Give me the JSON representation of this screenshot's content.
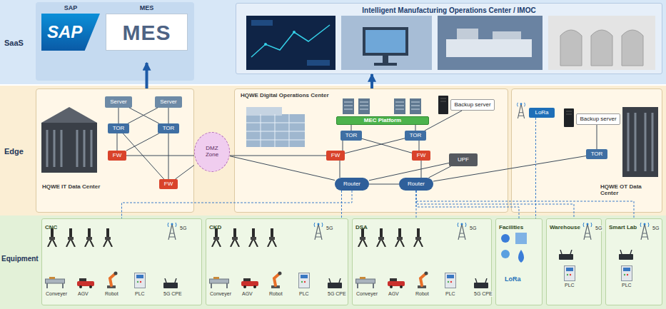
{
  "diagram": {
    "nodes": [
      {
        "text": [
          "SaaS"
        ]
      },
      {
        "text": [
          "SAP",
          "SAP"
        ],
        "in": 0
      },
      {
        "text": [
          "MES",
          "MES"
        ],
        "in": 0
      },
      {
        "text": [
          "Intelligent Manufacturing Operations Center / IMOC"
        ],
        "in": 0
      },
      {
        "text": [
          "Edge"
        ]
      },
      {
        "text": [
          "HQWE IT Data Center"
        ],
        "in": 4
      },
      {
        "text": [
          "Server"
        ],
        "in": 5
      },
      {
        "text": [
          "Server"
        ],
        "in": 5
      },
      {
        "text": [
          "TOR"
        ],
        "in": 5
      },
      {
        "text": [
          "TOR"
        ],
        "in": 5
      },
      {
        "text": [
          "FW"
        ],
        "in": 5
      },
      {
        "text": [
          "FW"
        ],
        "in": 5
      },
      {
        "text": [
          "DMZ Zone"
        ],
        "in": 4
      },
      {
        "text": [
          "HQWE Digital Operations Center"
        ],
        "in": 4
      },
      {
        "text": [
          "MEC Platform"
        ],
        "in": 13
      },
      {
        "text": [
          "Backup server"
        ],
        "in": 13
      },
      {
        "text": [
          "TOR"
        ],
        "in": 13
      },
      {
        "text": [
          "TOR"
        ],
        "in": 13
      },
      {
        "text": [
          "FW"
        ],
        "in": 13
      },
      {
        "text": [
          "FW"
        ],
        "in": 13
      },
      {
        "text": [
          "UPF"
        ],
        "in": 13
      },
      {
        "text": [
          "Router"
        ],
        "in": 13
      },
      {
        "text": [
          "Router"
        ],
        "in": 13
      },
      {
        "text": [
          "HQWE OT Data Center"
        ],
        "in": 4
      },
      {
        "text": [
          "LoRa"
        ],
        "in": 23
      },
      {
        "text": [
          "Backup server"
        ],
        "in": 23
      },
      {
        "text": [
          "TOR"
        ],
        "in": 23
      },
      {
        "text": [
          "Equipment"
        ]
      },
      {
        "text": [
          "CNC"
        ],
        "in": 27
      },
      {
        "text": [
          "CKD"
        ],
        "in": 27
      },
      {
        "text": [
          "DSA"
        ],
        "in": 27
      },
      {
        "text": [
          "Facilities"
        ],
        "in": 27
      },
      {
        "text": [
          "Warehouse"
        ],
        "in": 27
      },
      {
        "text": [
          "Smart Lab"
        ],
        "in": 27
      }
    ],
    "edges": [
      {
        "from": 5,
        "to": 2,
        "arrow": "to"
      },
      {
        "from": 13,
        "to": 3,
        "arrow": "to"
      },
      {
        "from": 6,
        "to": 8,
        "arrow": "none"
      },
      {
        "from": 6,
        "to": 9,
        "arrow": "none"
      },
      {
        "from": 7,
        "to": 8,
        "arrow": "none"
      },
      {
        "from": 7,
        "to": 9,
        "arrow": "none"
      },
      {
        "from": 8,
        "to": 10,
        "arrow": "none"
      },
      {
        "from": 8,
        "to": 11,
        "arrow": "none"
      },
      {
        "from": 9,
        "to": 10,
        "arrow": "none"
      },
      {
        "from": 9,
        "to": 11,
        "arrow": "none"
      },
      {
        "from": 10,
        "to": 12,
        "arrow": "none"
      },
      {
        "from": 11,
        "to": 12,
        "arrow": "none"
      },
      {
        "from": 12,
        "to": 18,
        "arrow": "none"
      },
      {
        "from": 12,
        "to": 21,
        "arrow": "none"
      },
      {
        "from": 14,
        "to": 16,
        "arrow": "none"
      },
      {
        "from": 14,
        "to": 17,
        "arrow": "none"
      },
      {
        "from": 16,
        "to": 18,
        "arrow": "none"
      },
      {
        "from": 16,
        "to": 19,
        "arrow": "none"
      },
      {
        "from": 17,
        "to": 18,
        "arrow": "none"
      },
      {
        "from": 17,
        "to": 19,
        "arrow": "none"
      },
      {
        "from": 18,
        "to": 21,
        "arrow": "none"
      },
      {
        "from": 19,
        "to": 22,
        "arrow": "none"
      },
      {
        "from": 21,
        "to": 22,
        "arrow": "none"
      },
      {
        "from": 20,
        "to": 21,
        "arrow": "none"
      },
      {
        "from": 20,
        "to": 22,
        "arrow": "none"
      },
      {
        "from": 15,
        "to": 17,
        "arrow": "none"
      },
      {
        "from": 22,
        "to": 26,
        "arrow": "none"
      },
      {
        "from": 25,
        "to": 26,
        "arrow": "none"
      },
      {
        "from": 24,
        "to": 31,
        "arrow": "none"
      },
      {
        "from": 21,
        "to": 28,
        "arrow": "none"
      },
      {
        "from": 21,
        "to": 29,
        "arrow": "none"
      },
      {
        "from": 22,
        "to": 30,
        "arrow": "none"
      },
      {
        "from": 22,
        "to": 31,
        "arrow": "none"
      },
      {
        "from": 22,
        "to": 32,
        "arrow": "none"
      },
      {
        "from": 22,
        "to": 33,
        "arrow": "none"
      }
    ],
    "labels": [
      "5G",
      "5G",
      "5G",
      "5G",
      "5G",
      "Conveyer",
      "AGV",
      "Robot",
      "PLC",
      "5G CPE",
      "Conveyer",
      "AGV",
      "Robot",
      "PLC",
      "5G CPE",
      "Conveyer",
      "AGV",
      "Robot",
      "PLC",
      "5G CPE",
      "LoRa",
      "PLC",
      "PLC"
    ]
  }
}
